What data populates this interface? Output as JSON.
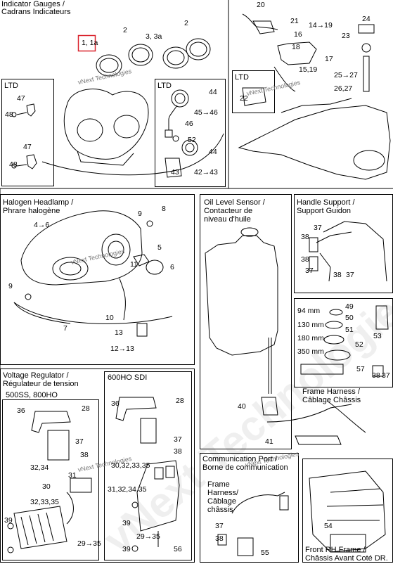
{
  "sections": {
    "indicator_gauges": {
      "title_en": "Indicator Gauges /",
      "title_fr": "Cadrans Indicateurs"
    },
    "ltd_top_left": "LTD",
    "ltd_top_mid": "LTD",
    "ltd_top_right": "LTD",
    "halogen": {
      "title_en": "Halogen Headlamp /",
      "title_fr": "Phrare halogène"
    },
    "oil": {
      "line1": "Oil Level Sensor /",
      "line2": "Contacteur de",
      "line3": "niveau d'huile"
    },
    "handle": {
      "title_en": "Handle Support /",
      "title_fr": "Support Guidon"
    },
    "voltage": {
      "title_en": "Voltage Regulator /",
      "title_fr": "Régulateur de tension",
      "sub_left": "500SS, 800HO",
      "sub_right": "600HO SDI"
    },
    "frame_harness_right": {
      "line1": "Frame Harness /",
      "line2": "Câblage Châssis"
    },
    "communication": {
      "line1": "Communication Port /",
      "line2": "Borne de communication"
    },
    "frame_harness_comm": {
      "line1": "Frame",
      "line2": "Harness/",
      "line3": "Câblage",
      "line4": "châssis"
    },
    "front_frame": {
      "line1": "Front RH Frame /",
      "line2": "Châssis Avant Coté DR."
    }
  },
  "watermark": "vNext Technologies",
  "part_labels": {
    "p1_1a": "1, 1a",
    "p2a": "2",
    "p3_3a": "3, 3a",
    "p2b": "2",
    "p20": "20",
    "p21": "21",
    "p14_19": "14→19",
    "p24": "24",
    "p16": "16",
    "p18": "18",
    "p23": "23",
    "p17": "17",
    "p15_19": "15,19",
    "p25_27": "25→27",
    "p26_27": "26,27",
    "p22": "22",
    "p47a": "47",
    "p48a": "48",
    "p47b": "47",
    "p48b": "48",
    "p44a": "44",
    "p45_46": "45→46",
    "p46": "46",
    "p52a": "52",
    "p44b": "44",
    "p43": "43",
    "p42_43": "42→43",
    "p4_6": "4→6",
    "p8": "8",
    "p9a": "9",
    "p5": "5",
    "p6": "6",
    "p11": "11",
    "p9b": "9",
    "p10": "10",
    "p7": "7",
    "p13": "13",
    "p12_13": "12→13",
    "p37a": "37",
    "p38a": "38",
    "p38b": "38",
    "p37b": "37",
    "p38c": "38",
    "p37c": "37",
    "mm94": "94 mm",
    "mm130": "130 mm",
    "mm180": "180 mm",
    "mm350": "350 mm",
    "p49": "49",
    "p50": "50",
    "p51": "51",
    "p52b": "52",
    "p53": "53",
    "p57": "57",
    "p38d": "38",
    "p37d": "37",
    "p40": "40",
    "p41": "41",
    "p36a": "36",
    "p28a": "28",
    "p37e": "37",
    "p38e": "38",
    "p32_34": "32,34",
    "p31": "31",
    "p30": "30",
    "p32_33_35": "32,33,35",
    "p39a": "39",
    "p29_35": "29→35",
    "p36b": "36",
    "p28b": "28",
    "p37f": "37",
    "p38f": "38",
    "p30_32_33_35": "30,32,33,35",
    "p31_32_34_35": "31,32,34,35",
    "p39b": "39",
    "p29_35b": "29→35",
    "p39c": "39",
    "p56": "56",
    "p37g": "37",
    "p38g": "38",
    "p55": "55",
    "p54": "54"
  },
  "highlight_color": "#d9232d"
}
